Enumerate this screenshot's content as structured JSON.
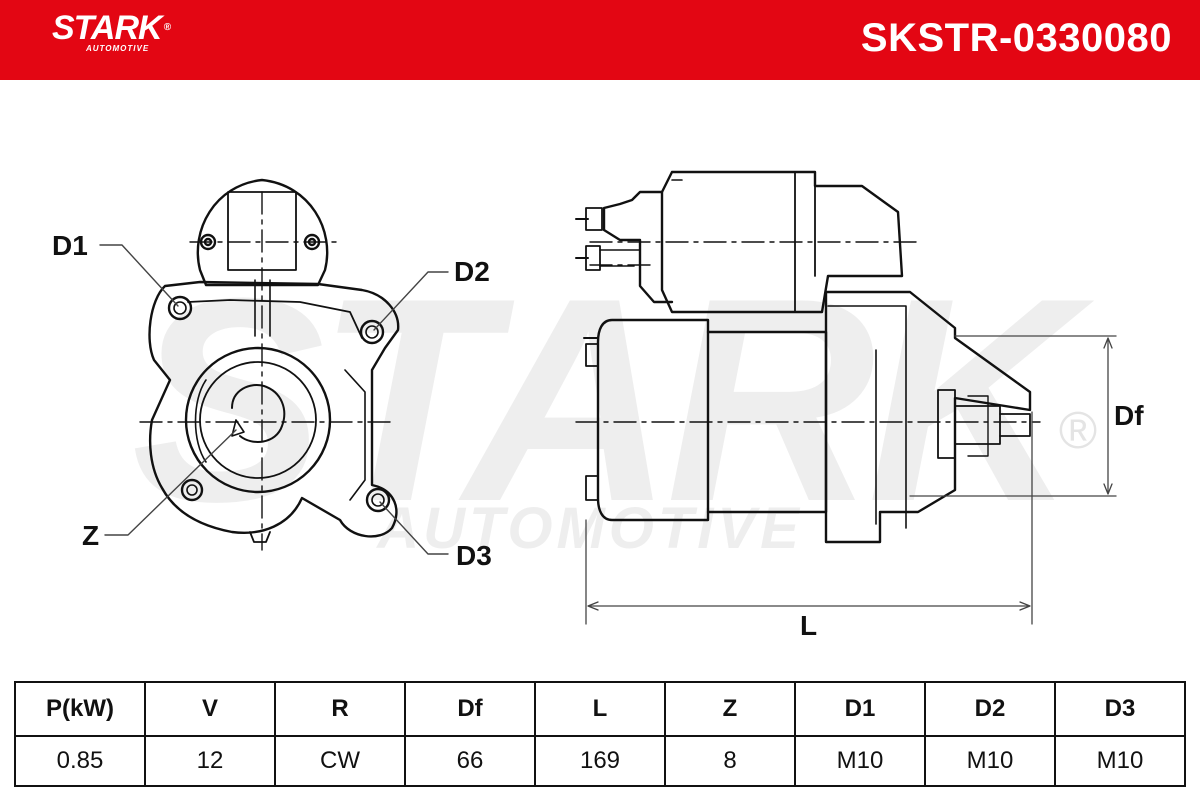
{
  "header": {
    "brand_name": "STARK",
    "brand_reg": "®",
    "brand_sub": "AUTOMOTIVE",
    "part_number": "SKSTR-0330080",
    "bg_color": "#e30613"
  },
  "watermark": {
    "text": "STARK",
    "sub_text": "AUTOMOTIVE",
    "reg": "®"
  },
  "diagram": {
    "labels": {
      "d1": "D1",
      "d2": "D2",
      "d3": "D3",
      "z": "Z",
      "df": "Df",
      "l": "L"
    }
  },
  "specs": {
    "headers": [
      "P(kW)",
      "V",
      "R",
      "Df",
      "L",
      "Z",
      "D1",
      "D2",
      "D3"
    ],
    "values": [
      "0.85",
      "12",
      "CW",
      "66",
      "169",
      "8",
      "M10",
      "M10",
      "M10"
    ]
  }
}
